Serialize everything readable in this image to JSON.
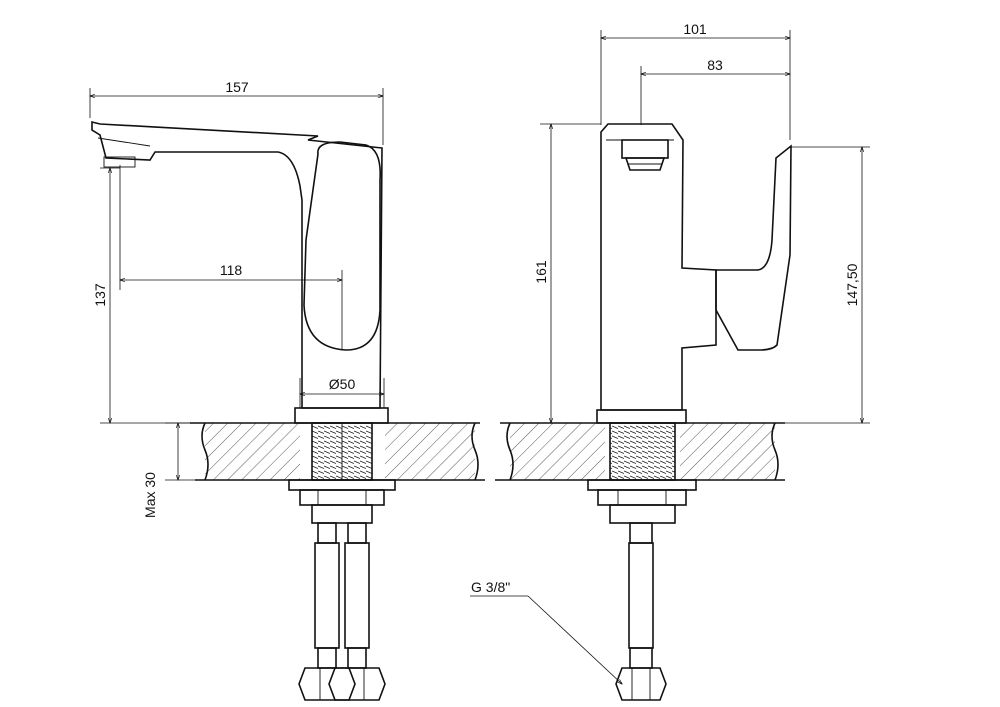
{
  "dimensions": {
    "front_width": "157",
    "spout_reach": "118",
    "front_height": "137",
    "base_diameter": "Ø50",
    "max_thickness": "Max 30",
    "side_depth": "101",
    "handle_offset": "83",
    "side_height": "161",
    "handle_height": "147,50",
    "thread": "G 3/8\""
  }
}
